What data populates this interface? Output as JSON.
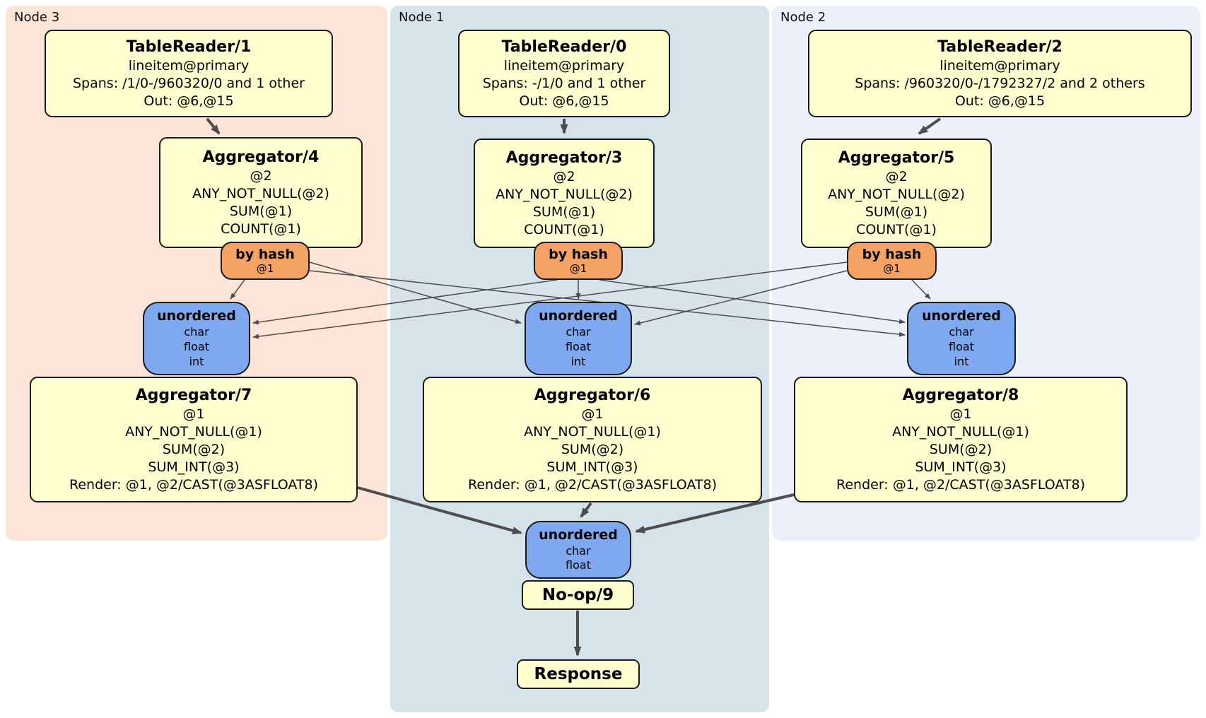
{
  "colors": {
    "panel_node3_bg": "#fce4d6",
    "panel_node1_bg": "#d7e3ea",
    "panel_node2_bg": "#ebf0fb",
    "processor_bg": "#ffffcf",
    "router_bg": "#f5a265",
    "sync_bg": "#7ea9f1",
    "border": "#1a1a1a",
    "edge": "#4d4d4d"
  },
  "panels": [
    {
      "label": "Node 3"
    },
    {
      "label": "Node 1"
    },
    {
      "label": "Node 2"
    }
  ],
  "processors": {
    "tr1": {
      "title": "TableReader/1",
      "lines": [
        "lineitem@primary",
        "Spans: /1/0-/960320/0 and 1 other",
        "Out: @6,@15"
      ]
    },
    "tr0": {
      "title": "TableReader/0",
      "lines": [
        "lineitem@primary",
        "Spans: -/1/0 and 1 other",
        "Out: @6,@15"
      ]
    },
    "tr2": {
      "title": "TableReader/2",
      "lines": [
        "lineitem@primary",
        "Spans: /960320/0-/1792327/2 and 2 others",
        "Out: @6,@15"
      ]
    },
    "agg4": {
      "title": "Aggregator/4",
      "lines": [
        "@2",
        "ANY_NOT_NULL(@2)",
        "SUM(@1)",
        "COUNT(@1)"
      ]
    },
    "agg3": {
      "title": "Aggregator/3",
      "lines": [
        "@2",
        "ANY_NOT_NULL(@2)",
        "SUM(@1)",
        "COUNT(@1)"
      ]
    },
    "agg5": {
      "title": "Aggregator/5",
      "lines": [
        "@2",
        "ANY_NOT_NULL(@2)",
        "SUM(@1)",
        "COUNT(@1)"
      ]
    },
    "agg7": {
      "title": "Aggregator/7",
      "lines": [
        "@1",
        "ANY_NOT_NULL(@1)",
        "SUM(@2)",
        "SUM_INT(@3)",
        "Render: @1, @2/CAST(@3ASFLOAT8)"
      ]
    },
    "agg6": {
      "title": "Aggregator/6",
      "lines": [
        "@1",
        "ANY_NOT_NULL(@1)",
        "SUM(@2)",
        "SUM_INT(@3)",
        "Render: @1, @2/CAST(@3ASFLOAT8)"
      ]
    },
    "agg8": {
      "title": "Aggregator/8",
      "lines": [
        "@1",
        "ANY_NOT_NULL(@1)",
        "SUM(@2)",
        "SUM_INT(@3)",
        "Render: @1, @2/CAST(@3ASFLOAT8)"
      ]
    },
    "noop": {
      "title": "No-op/9"
    },
    "response": {
      "title": "Response"
    }
  },
  "routers": {
    "hash3": {
      "title": "by hash",
      "lines": [
        "@1"
      ]
    },
    "hash1": {
      "title": "by hash",
      "lines": [
        "@1"
      ]
    },
    "hash2": {
      "title": "by hash",
      "lines": [
        "@1"
      ]
    }
  },
  "syncs": {
    "un3": {
      "title": "unordered",
      "lines": [
        "char",
        "float",
        "int"
      ]
    },
    "un1": {
      "title": "unordered",
      "lines": [
        "char",
        "float",
        "int"
      ]
    },
    "un2": {
      "title": "unordered",
      "lines": [
        "char",
        "float",
        "int"
      ]
    },
    "unFinal": {
      "title": "unordered",
      "lines": [
        "char",
        "float"
      ]
    }
  }
}
